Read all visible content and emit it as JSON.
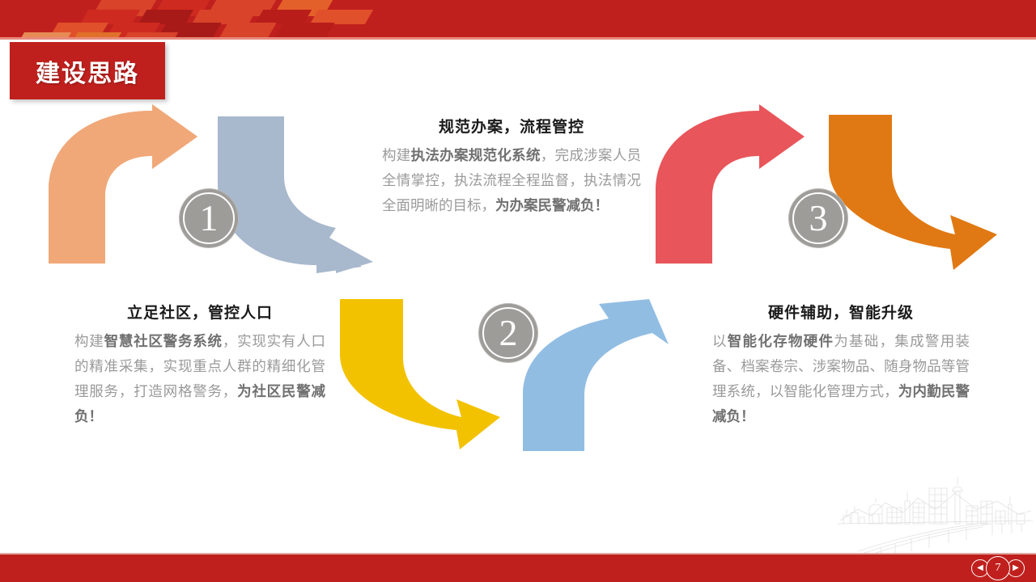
{
  "slide": {
    "title": "建设思路",
    "page_number": "7",
    "accent_red": "#c0201d",
    "badge_gray": "#9e9c99",
    "body_text_color": "#9a9a9a",
    "heading_color": "#1a1a1a"
  },
  "header": {
    "bar_color": "#c0201d",
    "underline_color": "#e88a7d",
    "pattern_colors": [
      "#d8432a",
      "#e4602a",
      "#a81a18",
      "#cf2a20",
      "#e0502a",
      "#b81d1a"
    ]
  },
  "badges": [
    {
      "name": "badge-one",
      "number": "1",
      "color": "#9e9c99"
    },
    {
      "name": "badge-two",
      "number": "2",
      "color": "#9e9c99"
    },
    {
      "name": "badge-three",
      "number": "3",
      "color": "#9e9c99"
    }
  ],
  "arrows": [
    {
      "name": "arrow-peach",
      "color": "#f0a878",
      "direction": "up-right",
      "step": 1
    },
    {
      "name": "arrow-bluegray",
      "color": "#a8b8cd",
      "direction": "down-right",
      "step": 1
    },
    {
      "name": "arrow-yellow",
      "color": "#f2c200",
      "direction": "down-right",
      "step": 2
    },
    {
      "name": "arrow-lightblue",
      "color": "#92bde3",
      "direction": "up-right",
      "step": 2
    },
    {
      "name": "arrow-red",
      "color": "#e8555a",
      "direction": "up-right",
      "step": 3
    },
    {
      "name": "arrow-orange",
      "color": "#e07914",
      "direction": "down-right",
      "step": 3
    }
  ],
  "blocks": {
    "regulate": {
      "heading": "规范办案，流程管控",
      "body_lead": "构建",
      "body_bold_1": "执法办案规范化系统",
      "body_mid": "，完成涉案人员全情掌控，执法流程全程监督，执法情况全面明晰的目标，",
      "body_bold_2": "为办案民警减负！"
    },
    "community": {
      "heading": "立足社区，管控人口",
      "body_lead": "构建",
      "body_bold_1": "智慧社区警务系统",
      "body_mid": "，实现实有人口的精准采集，实现重点人群的精细化管理服务，打造网格警务，",
      "body_bold_2": "为社区民警减负！"
    },
    "hardware": {
      "heading": "硬件辅助，智能升级",
      "body_lead": "以",
      "body_bold_1": "智能化存物硬件",
      "body_mid": "为基础，集成警用装备、档案卷宗、涉案物品、随身物品等管理系统，以智能化管理方式，",
      "body_bold_2": "为内勤民警减负！"
    }
  },
  "footer": {
    "bar_color": "#c0201d",
    "prev_label": "◀",
    "next_label": "▶",
    "page_number": "7"
  },
  "decor": {
    "skyline_name": "city-skyline-outline",
    "skyline_color": "#dcdcdc"
  }
}
